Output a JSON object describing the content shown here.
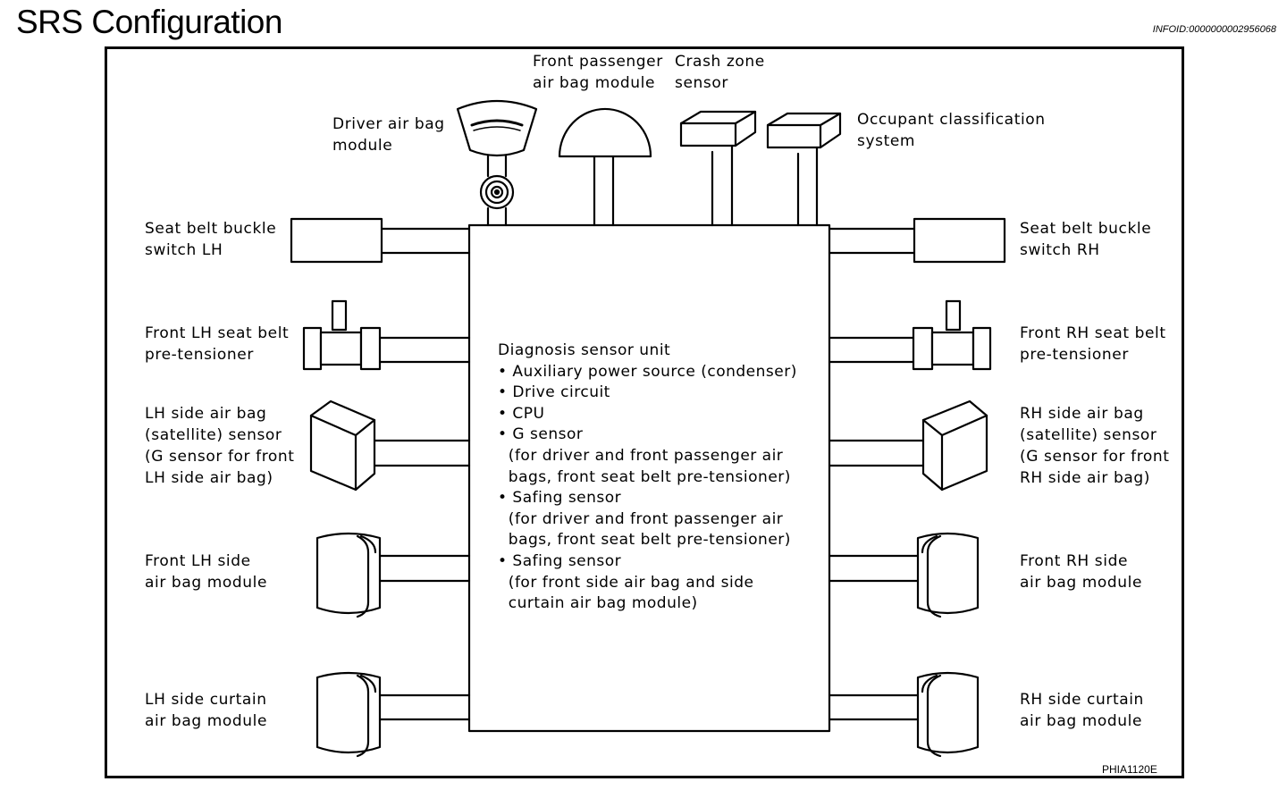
{
  "header": {
    "title": "SRS Configuration",
    "info_id": "INFOID:0000000002956068"
  },
  "diagram": {
    "code": "PHIA1120E",
    "center_unit": {
      "lines": [
        "Diagnosis sensor unit",
        "• Auxiliary power source (condenser)",
        "• Drive circuit",
        "• CPU",
        "• G sensor",
        "  (for driver and front passenger air",
        "  bags, front seat belt pre-tensioner)",
        "• Safing sensor",
        "  (for driver and front passenger air",
        "  bags, front seat belt pre-tensioner)",
        "• Safing sensor",
        "  (for front side air bag and side",
        "  curtain air bag module)"
      ]
    },
    "components": {
      "driver_air_bag": "Driver air bag\nmodule",
      "front_passenger_air_bag": "Front passenger\nair bag module",
      "crash_zone_sensor": "Crash zone\nsensor",
      "occupant_classification": "Occupant classification\nsystem",
      "seat_belt_buckle_lh": "Seat belt buckle\nswitch LH",
      "seat_belt_buckle_rh": "Seat belt buckle\nswitch RH",
      "pretensioner_lh": "Front LH seat belt\npre-tensioner",
      "pretensioner_rh": "Front RH seat belt\npre-tensioner",
      "side_sensor_lh": "LH side air bag\n(satellite) sensor\n(G sensor for front\nLH side air bag)",
      "side_sensor_rh": "RH side air bag\n(satellite) sensor\n(G sensor for front\nRH side air bag)",
      "side_air_bag_lh": "Front LH side\nair bag module",
      "side_air_bag_rh": "Front RH side\nair bag module",
      "curtain_lh": "LH side curtain\nair bag module",
      "curtain_rh": "RH side curtain\nair bag module"
    }
  }
}
